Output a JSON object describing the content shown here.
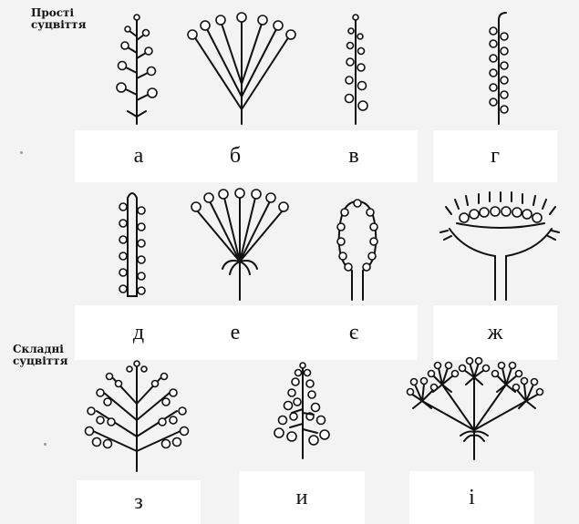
{
  "headings": {
    "simple": "Прості\nсуцвіття",
    "complex": "Складні\nсуцвіття"
  },
  "labels": {
    "a": "а",
    "b": "б",
    "v": "в",
    "g": "г",
    "d": "д",
    "e": "е",
    "ye": "є",
    "zh": "ж",
    "z": "з",
    "y": "и",
    "i": "і"
  }
}
